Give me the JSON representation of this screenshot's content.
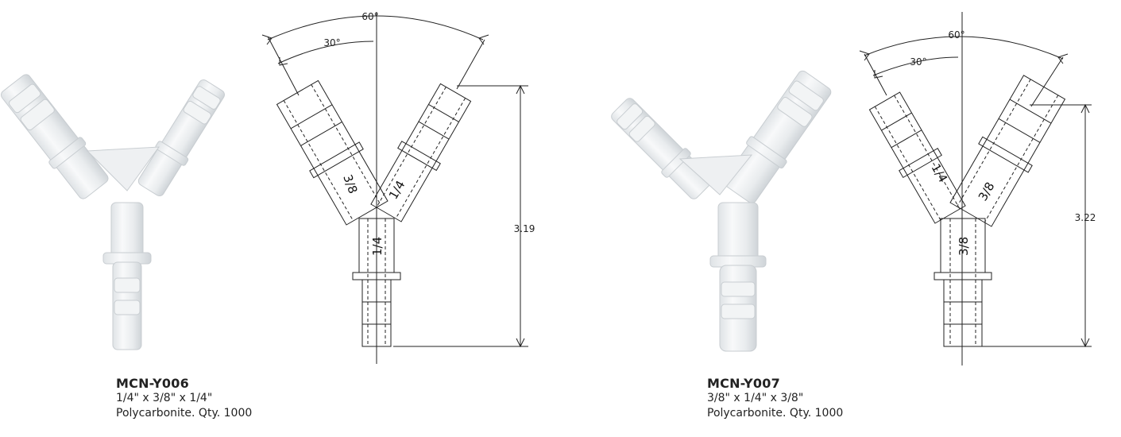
{
  "products": [
    {
      "code": "MCN-Y006",
      "size": "1/4\" x 3/8\" x 1/4\"",
      "material": "Polycarbonite. Qty. 1000",
      "angle_outer": "60°",
      "angle_inner": "30°",
      "height": "3.19",
      "left_branch": "3/8",
      "right_branch": "1/4",
      "stem": "1/4"
    },
    {
      "code": "MCN-Y007",
      "size": "3/8\" x 1/4\" x 3/8\"",
      "material": "Polycarbonite. Qty. 1000",
      "angle_outer": "60°",
      "angle_inner": "30°",
      "height": "3.22",
      "left_branch": "1/4",
      "right_branch": "3/8",
      "stem": "3/8"
    }
  ]
}
